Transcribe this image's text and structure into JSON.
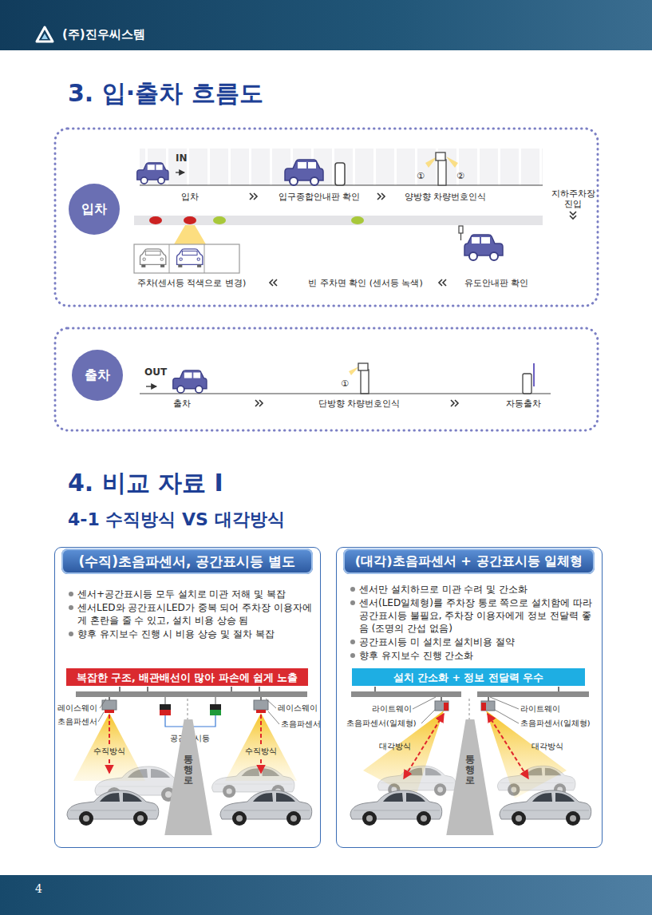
{
  "diagram": {
    "title": "3. 입·출차 흐름도",
    "nodes": [
      {
        "text": [
          "입차"
        ]
      },
      {
        "text": [
          "출차"
        ]
      },
      {
        "text": [
          "센서+공간표시등 모두 설치로 미관 저해 및 복잡",
          "센서LED와 공간표시LED가 중복 되어 주차장 이용자에게 혼란을 줄 수 있고, 설치 비용 상승 됨",
          "향후 유지보수 진행 시 비용 상승 및 절차 복잡"
        ]
      },
      {
        "text": [
          "(수직)초음파센서, 공간표시등 별도"
        ],
        "in": 2
      },
      {
        "text": [
          "복잡한 구조, 배관배선이 많아 파손에 쉽게 노출"
        ],
        "in": 2
      },
      {
        "text": [
          "통행로"
        ],
        "in": 2
      },
      {
        "text": [
          "센서만 설치하므로 미관 수려 및 간소화",
          "센서(LED일체형)를 주차장 통로 쪽으로 설치함에 따라 공간표시등 불필요, 주차장 이용자에게 정보 전달력 좋음 (조명의 간섭 없음)",
          "공간표시등 미 설치로 설치비용 절약",
          "향후 유지보수 진행 간소화"
        ]
      },
      {
        "text": [
          "(대각)초음파센서 + 공간표시등 일체형"
        ],
        "in": 6
      },
      {
        "text": [
          "설치 간소화 + 정보 전달력 우수"
        ],
        "in": 6
      },
      {
        "text": [
          "통행로"
        ],
        "in": 6
      }
    ],
    "labels": [
      "(주)진우씨스템",
      "4. 비교 자료 Ⅰ",
      "4-1 수직방식 VS 대각방식",
      "IN",
      "입차",
      "입구종합안내판 확인",
      "①",
      "②",
      "양방향 차량번호인식",
      "지하주차장 진입",
      "주차(센서등 적색으로 변경)",
      "빈 주차면 확인 (센서등 녹색)",
      "유도안내판 확인",
      "OUT",
      "①",
      "출차",
      "단방향 차량번호인식",
      "자동출차",
      "레이스웨이",
      "초음파센서",
      "수직방식",
      "공간표시등",
      "레이스웨이",
      "초음파센서",
      "수직방식",
      "라이트웨이",
      "초음파센서(일체형)",
      "대각방식",
      "라이트웨이",
      "초음파센서(일체형)",
      "대각방식",
      "4"
    ]
  }
}
